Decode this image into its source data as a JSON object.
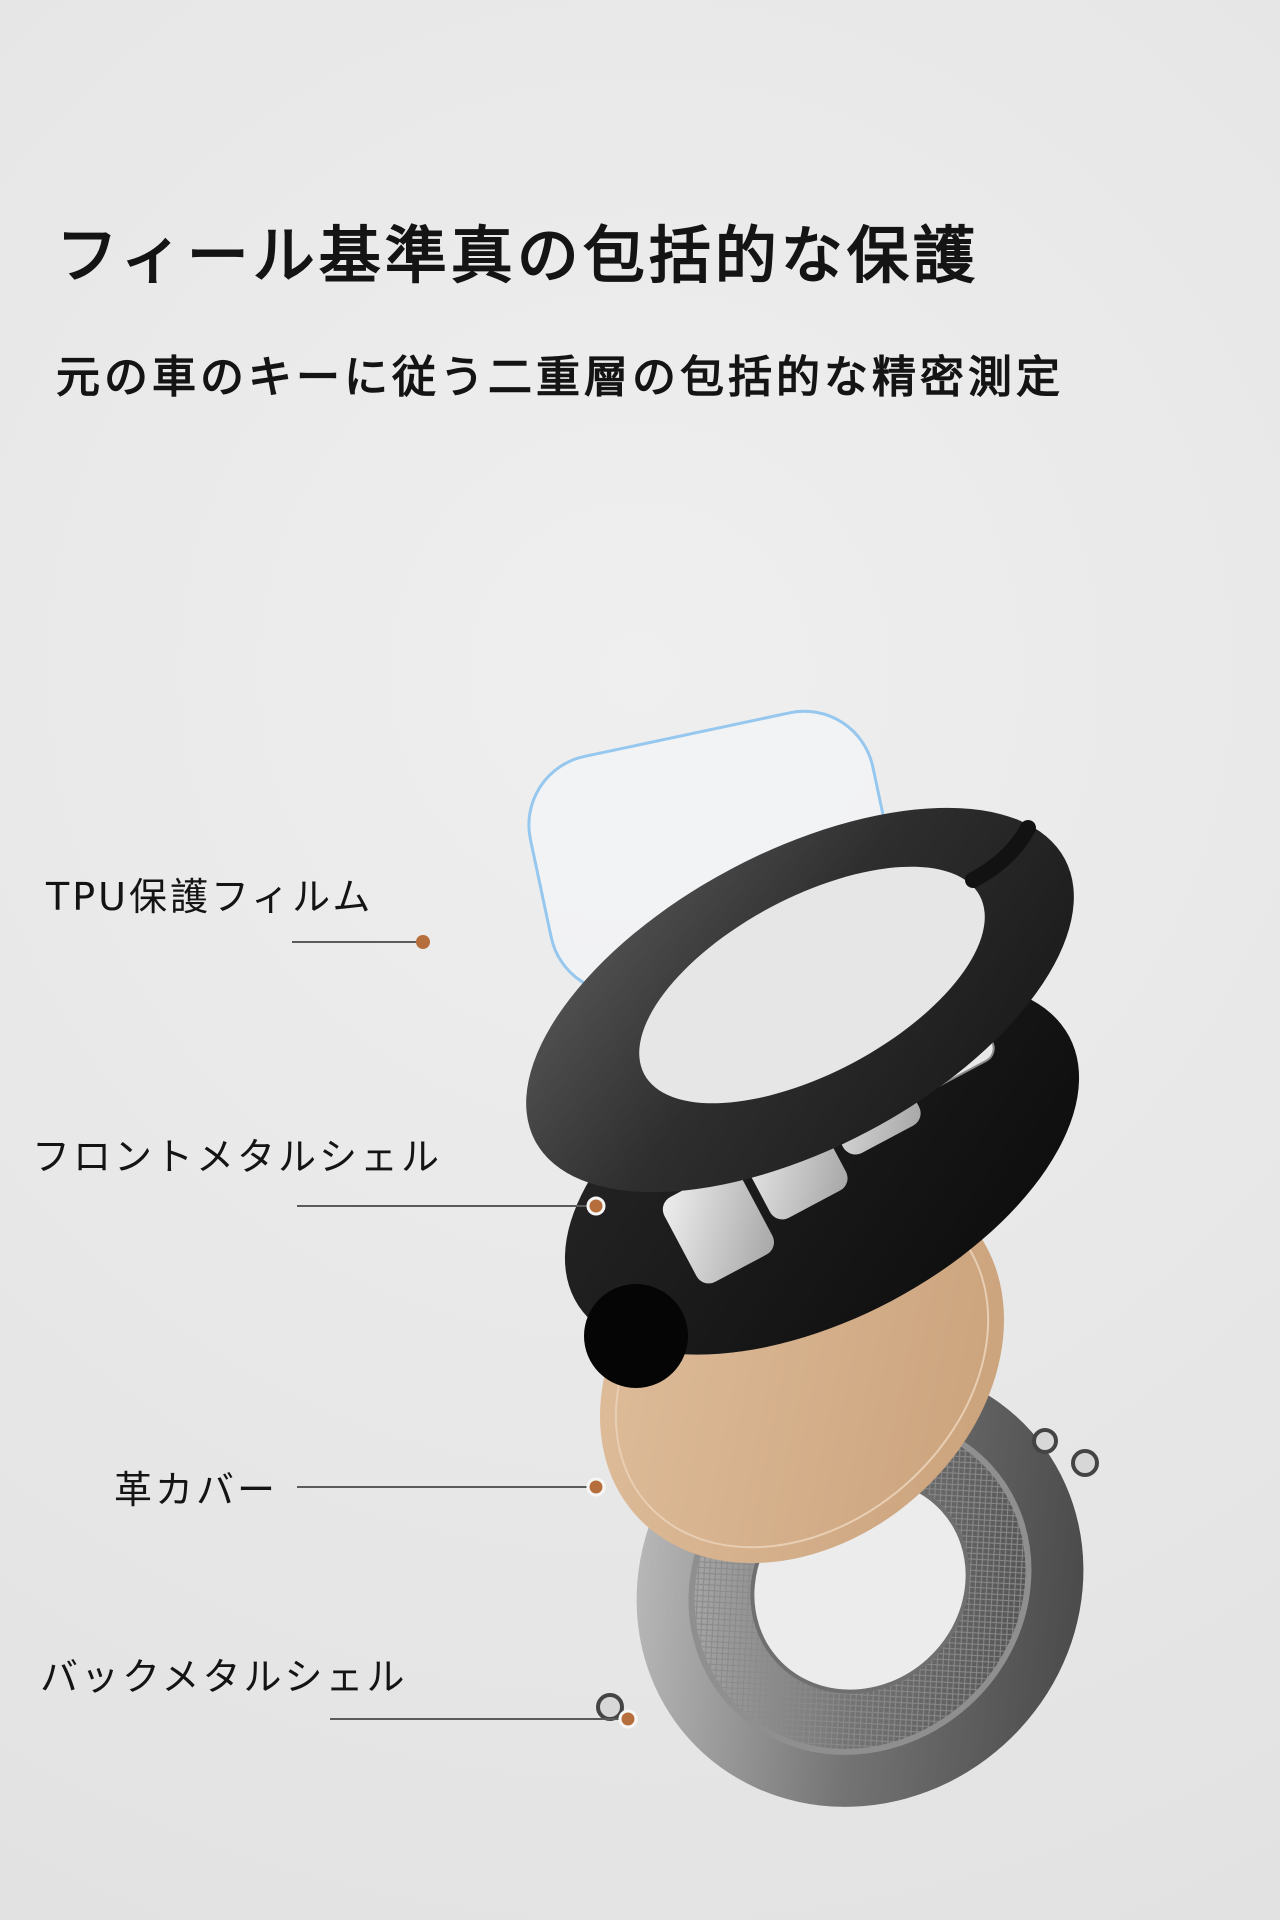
{
  "content": {
    "title": "フィール基準真の包括的な保護",
    "subtitle": "元の車のキーに従う二重層の包括的な精密測定",
    "labels": {
      "tpu": "TPU保護フィルム",
      "front": "フロントメタルシェル",
      "leather": "革カバー",
      "back": "バックメタルシェル"
    }
  },
  "colors": {
    "background": "#e9e9e9",
    "text": "#141414",
    "marker": "#b66f3c",
    "leather": "#d8b48f",
    "metal_dark": "#3f3f3f",
    "button_red": "#c72020"
  }
}
